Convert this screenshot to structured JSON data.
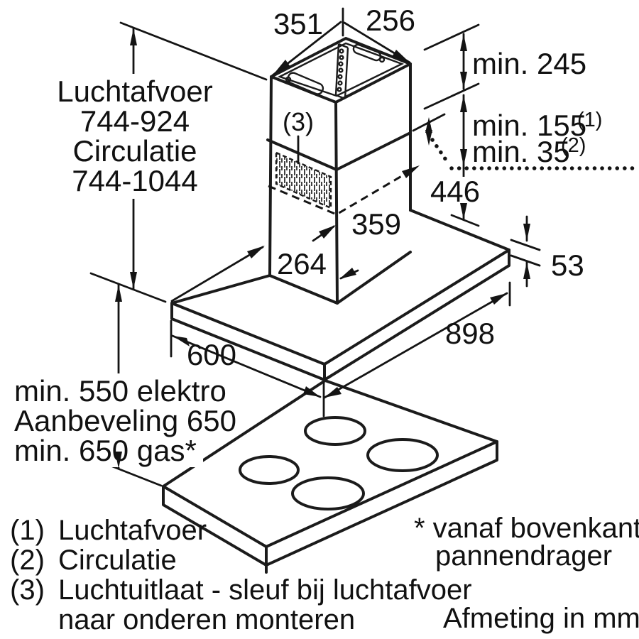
{
  "diagram": {
    "title_note": "Afmeting in mm",
    "dims": {
      "top_width": "351",
      "top_depth": "256",
      "min_ceiling": "min. 245",
      "min_duct": "min. 155",
      "min_duct_sup": "(1)",
      "min_recirc": "min. 35",
      "min_recirc_sup": "(2)",
      "chimney_lower_height": "446",
      "lower_section_depth": "359",
      "lower_section_width": "264",
      "canopy_thickness": "53",
      "canopy_width": "898",
      "canopy_depth": "600"
    },
    "height_range": {
      "line1": "Luchtafvoer",
      "line2": "744-924",
      "line3": "Circulatie",
      "line4": "744-1044"
    },
    "clearance": {
      "line1": "min. 550 elektro",
      "line2": "Aanbeveling 650",
      "line3": "min. 650 gas*"
    },
    "callout_3": "(3)",
    "legend": [
      {
        "num": "(1)",
        "text": "Luchtafvoer"
      },
      {
        "num": "(2)",
        "text": "Circulatie"
      },
      {
        "num": "(3)",
        "text": "Luchtuitlaat - sleuf bij luchtafvoer",
        "text2": "naar onderen monteren"
      }
    ],
    "footnote": {
      "line1": "* vanaf bovenkant",
      "line2": "pannendrager"
    }
  }
}
